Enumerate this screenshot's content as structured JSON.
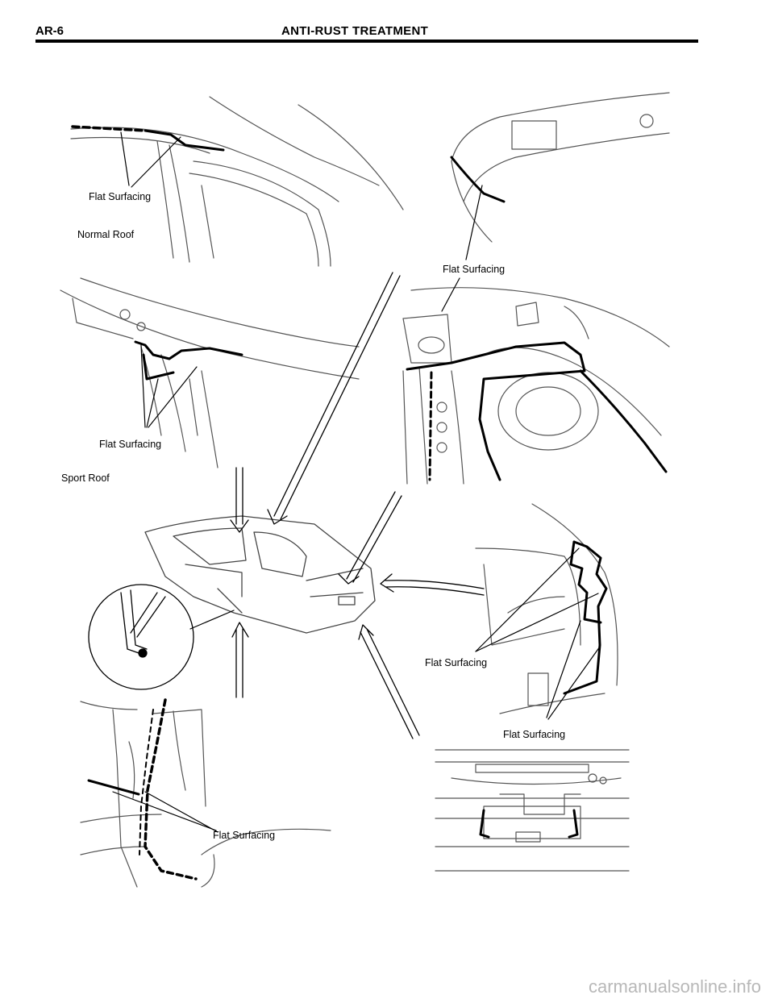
{
  "header": {
    "page_id": "AR-6",
    "title": "ANTI-RUST  TREATMENT"
  },
  "labels": {
    "normal_roof_flat": "Flat Surfacing",
    "normal_roof": "Normal Roof",
    "trunk_flat": "Flat Surfacing",
    "sport_roof_flat": "Flat Surfacing",
    "sport_roof": "Sport Roof",
    "quarter_flat_1": "Flat Surfacing",
    "quarter_flat_2": "Flat Surfacing",
    "rocker_flat": "Flat Surfacing"
  },
  "watermark": "carmanualsonline.info"
}
